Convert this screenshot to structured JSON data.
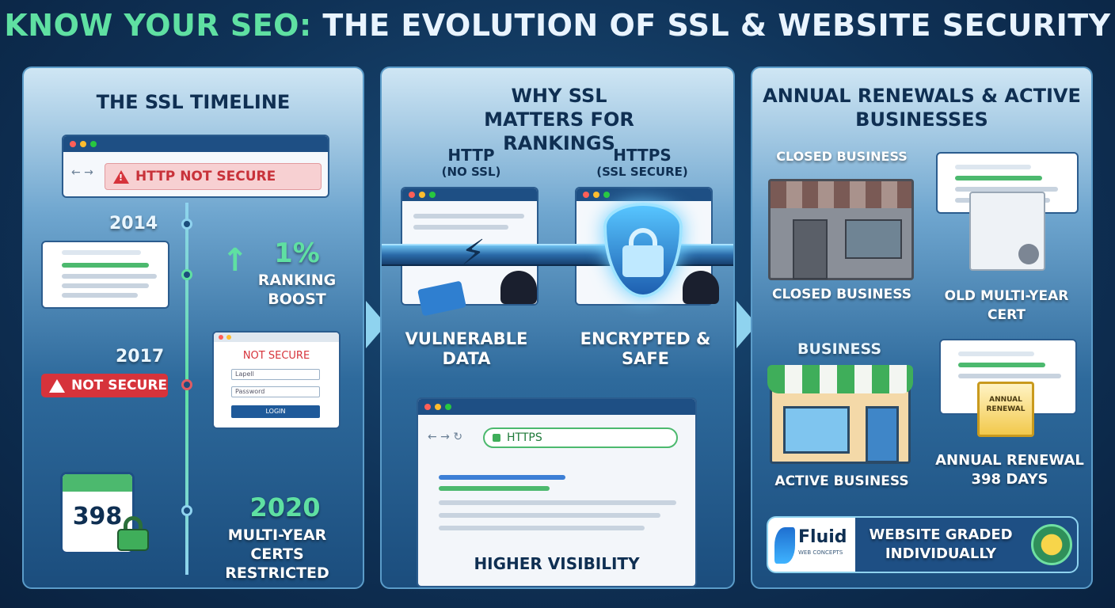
{
  "headline": {
    "part1": "KNOW YOUR SEO:",
    "part2": "THE EVOLUTION OF SSL & WEBSITE SECURITY"
  },
  "timeline": {
    "title": "THE SSL TIMELINE",
    "http_warning": "HTTP NOT SECURE",
    "y2014": "2014",
    "boost_value": "1%",
    "boost_label": "RANKING BOOST",
    "y2017": "2017",
    "not_secure_badge": "NOT SECURE",
    "login_header": "NOT SECURE",
    "field1": "Lapell",
    "field2": "Password",
    "login_button": "LOGIN",
    "calendar_number": "398",
    "y2020": "2020",
    "restricted_label": "MULTI-YEAR CERTS RESTRICTED"
  },
  "why": {
    "title": "WHY SSL MATTERS FOR RANKINGS",
    "http_label": "HTTP",
    "http_sub": "(NO SSL)",
    "https_label": "HTTPS",
    "https_sub": "(SSL SECURE)",
    "vulnerable": "VULNERABLE DATA",
    "encrypted": "ENCRYPTED & SAFE",
    "url": "HTTPS",
    "visibility": "HIGHER VISIBILITY"
  },
  "annual": {
    "title": "ANNUAL RENEWALS & ACTIVE BUSINESSES",
    "closed_top": "CLOSED BUSINESS",
    "closed_bottom": "CLOSED BUSINESS",
    "old_cert": "OLD MULTI-YEAR CERT",
    "business_sign": "BUSINESS",
    "active": "ACTIVE BUSINESS",
    "renewal_badge": "ANNUAL RENEWAL",
    "renewal_label": "ANNUAL RENEWAL 398 DAYS",
    "logo_main": "Fluid",
    "logo_sub": "WEB CONCEPTS",
    "graded": "WEBSITE GRADED INDIVIDUALLY"
  },
  "colors": {
    "accent_green": "#5fe0a2",
    "danger": "#d6333b",
    "navy": "#0f2f52"
  }
}
